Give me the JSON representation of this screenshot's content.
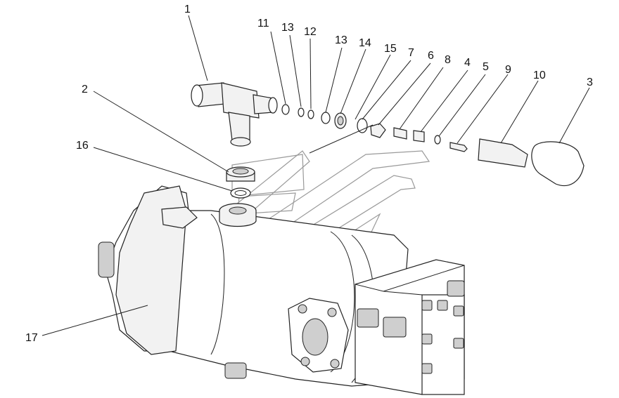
{
  "diagram": {
    "callouts": [
      {
        "id": "c1",
        "text": "1"
      },
      {
        "id": "c11",
        "text": "11"
      },
      {
        "id": "c13a",
        "text": "13"
      },
      {
        "id": "c12",
        "text": "12"
      },
      {
        "id": "c13b",
        "text": "13"
      },
      {
        "id": "c14",
        "text": "14"
      },
      {
        "id": "c15",
        "text": "15"
      },
      {
        "id": "c7",
        "text": "7"
      },
      {
        "id": "c6",
        "text": "6"
      },
      {
        "id": "c8",
        "text": "8"
      },
      {
        "id": "c4",
        "text": "4"
      },
      {
        "id": "c5",
        "text": "5"
      },
      {
        "id": "c9",
        "text": "9"
      },
      {
        "id": "c10",
        "text": "10"
      },
      {
        "id": "c3",
        "text": "3"
      },
      {
        "id": "c2",
        "text": "2"
      },
      {
        "id": "c16",
        "text": "16"
      },
      {
        "id": "c17",
        "text": "17"
      }
    ]
  }
}
